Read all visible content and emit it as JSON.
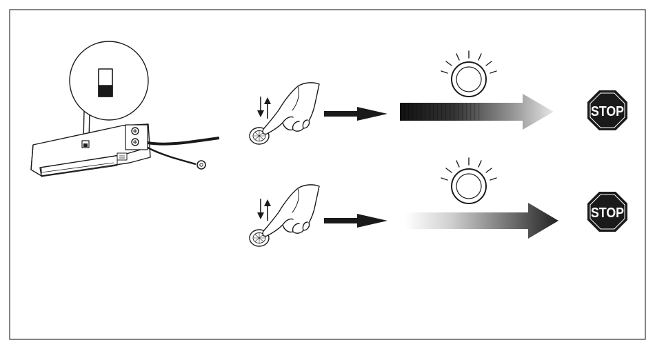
{
  "diagram": {
    "rows": [
      {
        "id": "row-1",
        "fade": "dark-to-light",
        "stop_label": "STOP"
      },
      {
        "id": "row-2",
        "fade": "light-to-dark",
        "stop_label": "STOP"
      }
    ],
    "colors": {
      "line": "#1a1a1a",
      "stop_fill": "#1a1a1a",
      "stop_text": "#ffffff",
      "frame": "#333333"
    },
    "icons": {
      "device": "receiver-module-icon",
      "switch": "dip-switch-icon",
      "hand": "hand-pressing-button-icon",
      "up_down": "up-down-arrows-icon",
      "lamp": "indicator-lamp-icon",
      "stop": "stop-sign-icon"
    }
  }
}
